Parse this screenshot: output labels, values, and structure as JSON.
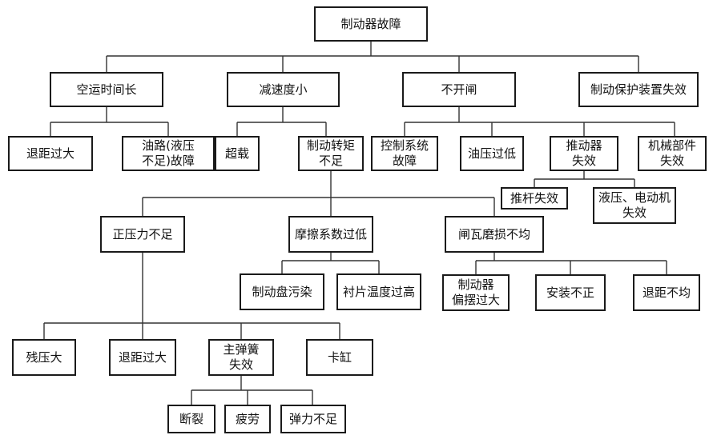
{
  "diagram": {
    "root": "制动器故障",
    "level1": {
      "long_travel": "空运时间长",
      "low_deceleration": "减速度小",
      "not_open": "不开闸",
      "protection_fail": "制动保护装置失效"
    },
    "long_travel_causes": {
      "large_gap": "退距过大",
      "oil_fault": "油路(液压\n不足)故障"
    },
    "low_deceleration_causes": {
      "overload": "超载",
      "low_torque": "制动转矩\n不足"
    },
    "not_open_causes": {
      "control_fault": "控制系统\n故障",
      "low_oil_pressure": "油压过低",
      "pusher_fail": "推动器\n失效",
      "mech_fail": "机械部件\n失效"
    },
    "pusher_causes": {
      "rod_fail": "推杆失效",
      "motor_fail": "液压、电动机\n失效"
    },
    "torque_causes": {
      "low_pressure_force": "正压力不足",
      "low_friction": "摩擦系数过低",
      "uneven_wear": "闸瓦磨损不均"
    },
    "friction_causes": {
      "disc_contamination": "制动盘污染",
      "lining_hot": "衬片温度过高"
    },
    "wear_causes": {
      "brake_swing": "制动器\n偏摆过大",
      "bad_install": "安装不正",
      "uneven_gap": "退距不均"
    },
    "pressure_causes": {
      "residual_pressure": "残压大",
      "large_gap": "退距过大",
      "spring_fail": "主弹簧\n失效",
      "cylinder_stuck": "卡缸"
    },
    "spring_causes": {
      "fracture": "断裂",
      "fatigue": "疲劳",
      "low_elasticity": "弹力不足"
    }
  }
}
